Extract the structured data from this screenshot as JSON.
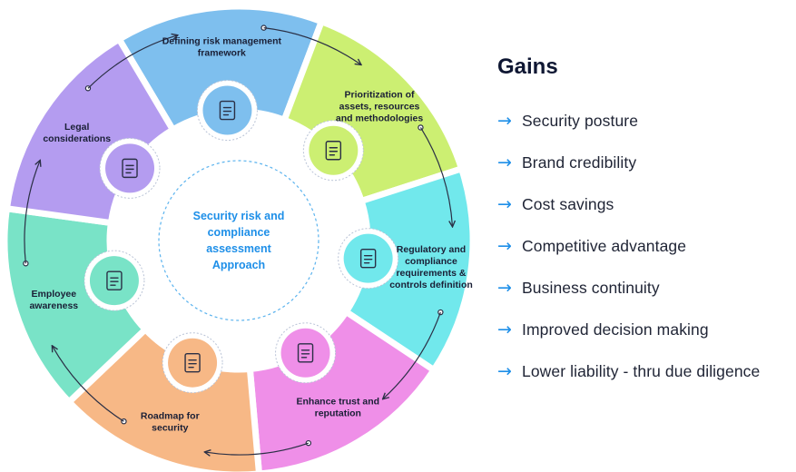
{
  "diagram": {
    "center_label": [
      "Security risk and",
      "compliance",
      "assessment",
      "Approach"
    ],
    "segments": [
      {
        "label": [
          "Defining risk management",
          "framework"
        ],
        "color": "#7ebfee",
        "icon": "clipboard-warning-icon"
      },
      {
        "label": [
          "Prioritization of",
          "assets, resources",
          "and methodologies"
        ],
        "color": "#ccef72",
        "icon": "flowchart-icon"
      },
      {
        "label": [
          "Regulatory and",
          "compliance",
          "requirements &",
          "controls definition"
        ],
        "color": "#71e8ec",
        "icon": "document-shield-icon"
      },
      {
        "label": [
          "Enhance trust and",
          "reputation"
        ],
        "color": "#ef8fe8",
        "icon": "handshake-icon"
      },
      {
        "label": [
          "Roadmap for",
          "security"
        ],
        "color": "#f7b886",
        "icon": "roadmap-path-icon"
      },
      {
        "label": [
          "Employee",
          "awareness"
        ],
        "color": "#79e3c7",
        "icon": "people-hand-icon"
      },
      {
        "label": [
          "Legal",
          "considerations"
        ],
        "color": "#b49cf0",
        "icon": "legal-document-icon"
      }
    ]
  },
  "gains": {
    "title": "Gains",
    "items": [
      "Security posture",
      "Brand credibility",
      "Cost savings",
      "Competitive advantage",
      "Business continuity",
      "Improved decision making",
      "Lower liability - thru due diligence"
    ]
  }
}
